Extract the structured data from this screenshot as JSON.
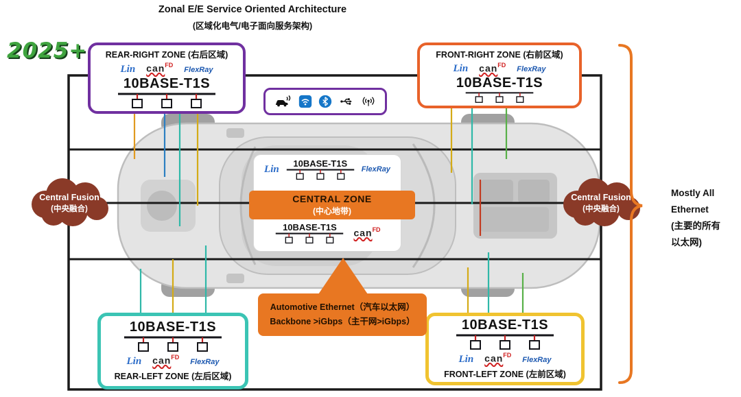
{
  "header": {
    "title": "Zonal E/E  Service Oriented Architecture",
    "subtitle": "(区域化电气/电子面向服务架构)",
    "year_badge": "2025+"
  },
  "logos": {
    "lin": "Lin",
    "can": "can",
    "can_fd": "FD",
    "flexray": "FlexRay"
  },
  "zones": {
    "rear_right": {
      "title": "REAR-RIGHT ZONE (右后区域)",
      "bus": "10BASE-T1S",
      "border_color": "#7030A0"
    },
    "front_right": {
      "title": "FRONT-RIGHT ZONE (右前区域)",
      "bus": "10BASE-T1S",
      "border_color": "#E8622A"
    },
    "rear_left": {
      "title": "REAR-LEFT ZONE (左后区域)",
      "bus": "10BASE-T1S",
      "border_color": "#3BC4B4"
    },
    "front_left": {
      "title": "FRONT-LEFT ZONE (左前区域)",
      "bus": "10BASE-T1S",
      "border_color": "#F0C330"
    }
  },
  "central_zone": {
    "title": "CENTRAL ZONE",
    "subtitle": "(中心地带)",
    "bus_top": "10BASE-T1S",
    "bus_bottom": "10BASE-T1S",
    "banner_color": "#E87722"
  },
  "connectivity_icons": [
    "connected-car",
    "wifi",
    "bluetooth",
    "usb",
    "cellular-antenna"
  ],
  "fusion_clouds": {
    "left": {
      "title": "Central Fusion",
      "subtitle": "(中央融合)"
    },
    "right": {
      "title": "Central Fusion",
      "subtitle": "(中央融合)"
    },
    "color": "#8A3A28"
  },
  "ethernet_note": {
    "line1": "Mostly All",
    "line2": "Ethernet",
    "line3": "(主要的所有",
    "line4": "以太网)",
    "brace_color": "#E87722"
  },
  "backbone_callout": {
    "line1": "Automotive Ethernet（汽车以太网）",
    "line2": "Backbone >iGbps（主干网>iGbps）",
    "color": "#E87722"
  }
}
